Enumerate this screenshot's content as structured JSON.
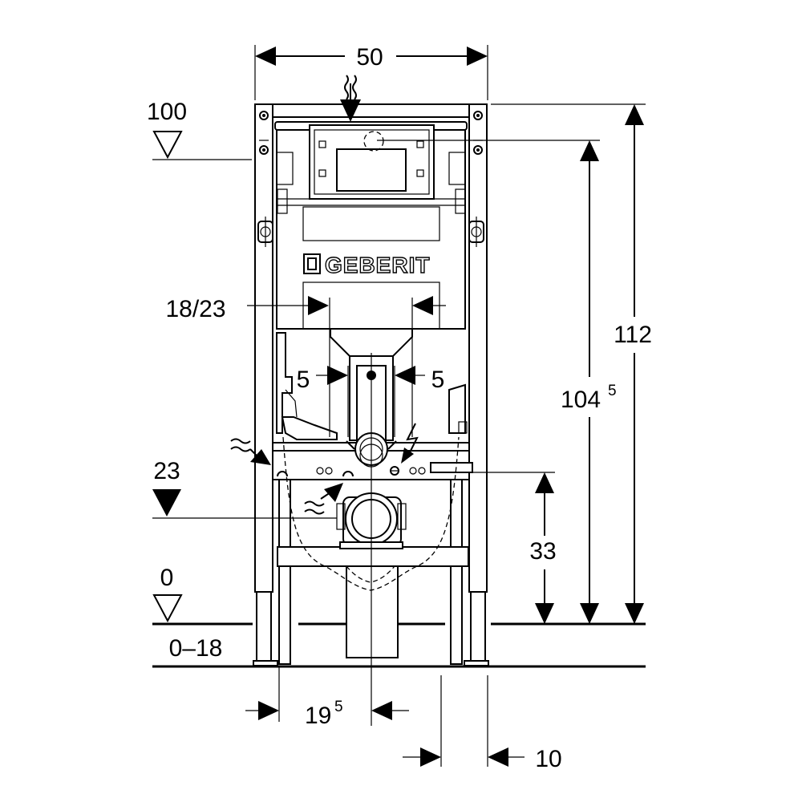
{
  "brand": {
    "logo_text": "GEBERIT"
  },
  "dimensions": {
    "frame_width": "50",
    "level_top": "100",
    "level_mid": "23",
    "level_floor": "0",
    "floor_range": "0–18",
    "width_pipe": "18/23",
    "offset_left": "5",
    "offset_right": "5",
    "height_total": "112",
    "height_tank_base": "104",
    "height_tank_sup": "5",
    "height_waste": "33",
    "depth_base": "19",
    "depth_sup": "5",
    "depth_foot": "10"
  },
  "icons": [
    "water-supply-icon",
    "electrical-icon",
    "water-inlet-icon",
    "level-marker-icon"
  ]
}
